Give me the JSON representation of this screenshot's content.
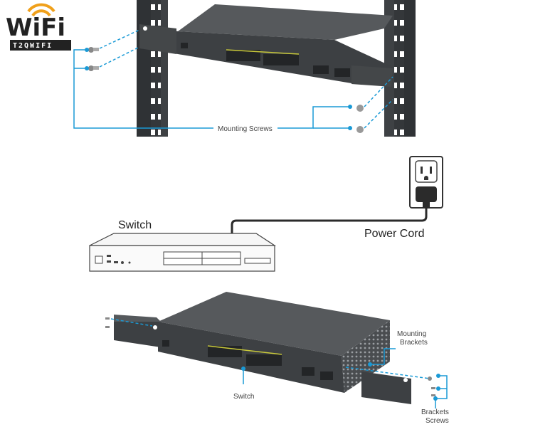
{
  "logo": {
    "word": "WiFi",
    "sub": "T2QWIFI",
    "accent": "#f0a01a"
  },
  "top_panel": {
    "label": "Mounting Screws"
  },
  "middle_panel": {
    "switch_label": "Switch",
    "cord_label": "Power Cord"
  },
  "bottom_panel": {
    "switch_label": "Switch",
    "brackets_label_1": "Mounting",
    "brackets_label_2": "Brackets",
    "screws_label_1": "Brackets",
    "screws_label_2": "Screws"
  },
  "colors": {
    "leader": "#1a9ad6",
    "rack": "#3a3d40",
    "device_top": "#55595c",
    "device_front": "#3d4043",
    "port_led": "#c9c93a"
  },
  "icons": [
    "wifi-logo-icon",
    "screw-icon",
    "power-outlet-icon",
    "power-plug-icon"
  ]
}
